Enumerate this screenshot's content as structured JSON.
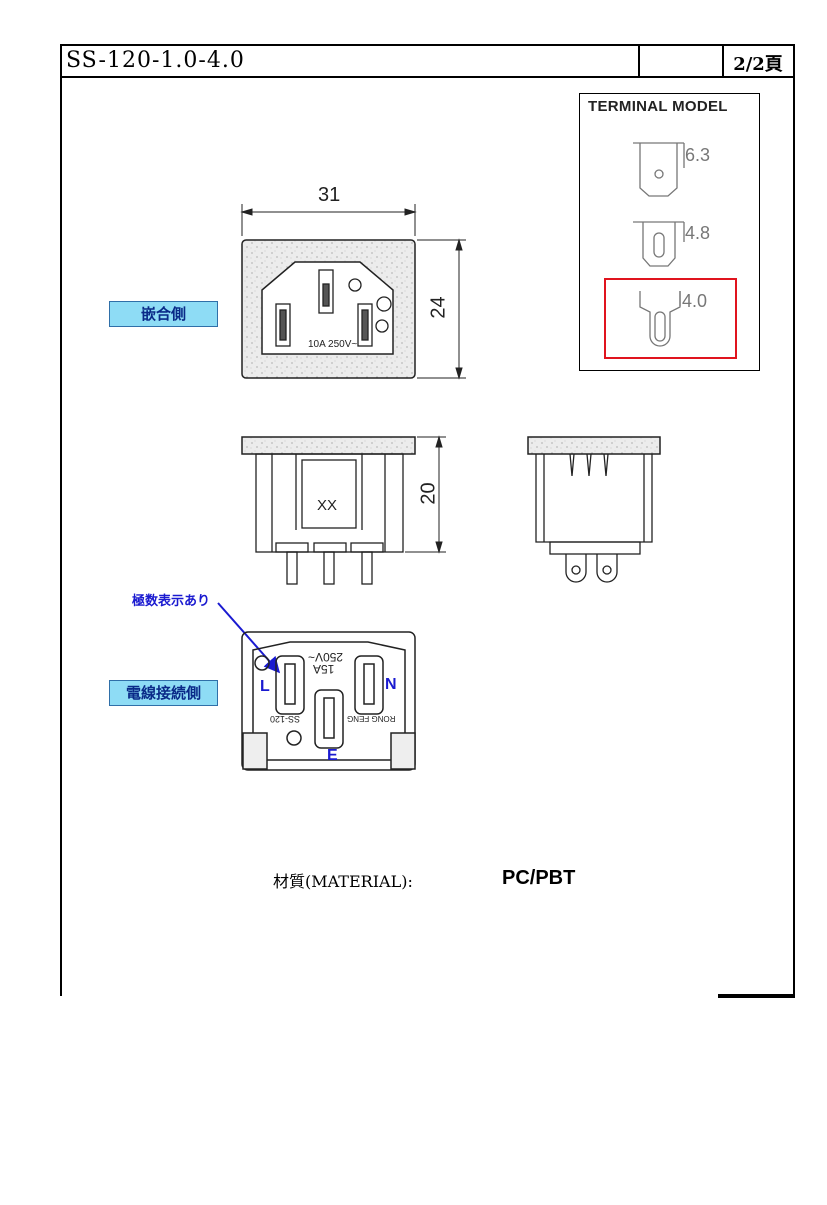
{
  "header": {
    "title": "SS-120-1.0-4.0",
    "page": "2/2頁"
  },
  "terminal_model": {
    "title": "TERMINAL MODEL",
    "options": [
      "6.3",
      "4.8",
      "4.0"
    ],
    "selected": "4.0"
  },
  "dimensions": {
    "width": "31",
    "height": "24",
    "depth": "20"
  },
  "front_view": {
    "label": "嵌合側",
    "rating": "10A 250V~"
  },
  "side_view": {
    "marking": "XX"
  },
  "back_view": {
    "label": "電線接続側",
    "poles_note": "極数表示あり",
    "pins": {
      "line": "L",
      "neutral": "N",
      "earth": "E"
    },
    "rating_amp": "15A",
    "rating_volt": "250V~",
    "maker": "RONG FENG",
    "model": "SS-120"
  },
  "material": {
    "label": "材質(MATERIAL):",
    "value": "PC/PBT"
  }
}
